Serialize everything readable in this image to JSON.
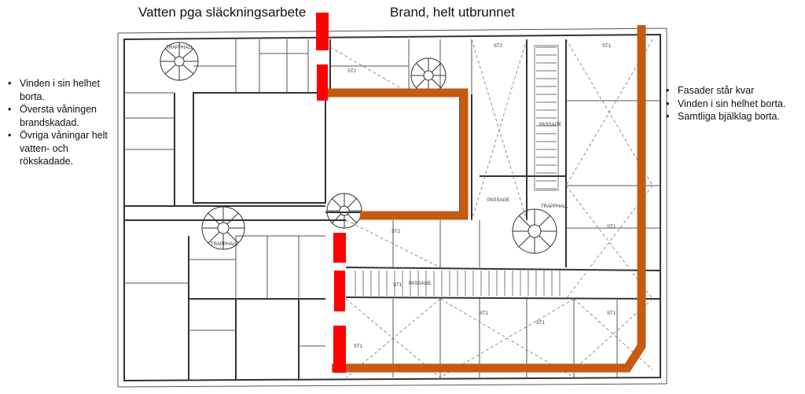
{
  "headings": {
    "water": "Vatten pga släckningsarbete",
    "fire": "Brand, helt utbrunnet"
  },
  "notes_left": [
    "Vinden i sin helhet borta.",
    "Översta våningen brandskadad.",
    "Övriga våningar helt vatten- och rökskadade."
  ],
  "notes_right": [
    "Fasader står kvar",
    "Vinden i sin helhet borta.",
    "Samtliga bjälklag borta."
  ],
  "colors": {
    "fire_boundary": "#c55a11",
    "water_boundary": "#ff0000",
    "plan_lines": "#333333"
  },
  "plan_labels": {
    "trapphall": "TRAPPHALL",
    "passage": "PASSAGE",
    "st1": "ST1",
    "st2": "ST2"
  }
}
